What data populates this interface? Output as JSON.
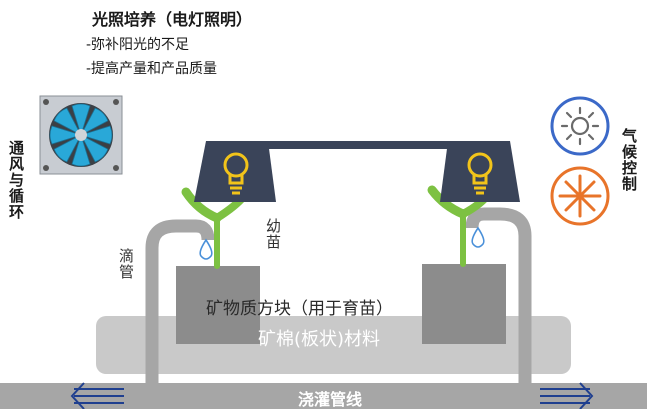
{
  "lighting": {
    "title": "光照培养（电灯照明）",
    "bullets": [
      "-弥补阳光的不足",
      "-提高产量和产品质量"
    ]
  },
  "labels": {
    "ventilation": "通风与循环",
    "climate": "气候控制",
    "drip": "滴管",
    "seedling": "幼苗",
    "block": "矿物质方块（用于育苗）",
    "wool": "矿棉(板状)材料",
    "pipe": "浇灌管线"
  },
  "colors": {
    "lamp_shade": "#3a4459",
    "bulb": "#f2c41a",
    "plant": "#7dc142",
    "block": "#8c8c8c",
    "wool": "#c9c9c9",
    "pipe": "#a6a6a6",
    "sun_ring": "#3b69c8",
    "snow_ring": "#e8742a",
    "fan_blade": "#29a8d8",
    "water": "#4a90d9"
  },
  "icons": [
    "fan-icon",
    "bulb-icon",
    "sun-icon",
    "snowflake-icon",
    "water-drop-icon",
    "arrow-right-icon"
  ]
}
